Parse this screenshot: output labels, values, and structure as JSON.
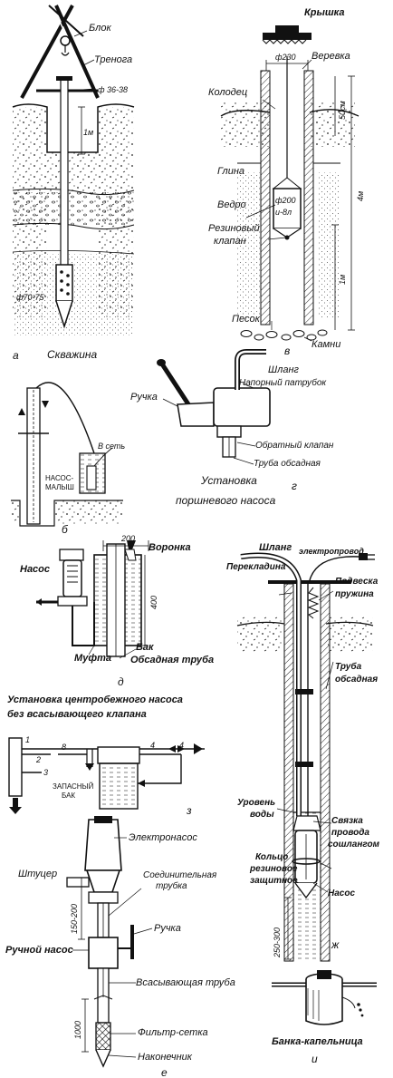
{
  "figure_a": {
    "blok": "Блок",
    "trenoga": "Тренога",
    "dia_top": "ф 36-38",
    "depth": "1м",
    "dia_bottom": "ф70-75",
    "letter": "а",
    "caption": "Скважина"
  },
  "figure_v": {
    "kryshka": "Крышка",
    "dia": "ф230",
    "verevka": "Веревка",
    "kolodets": "Колодец",
    "d50": "50см",
    "glina": "Глина",
    "d4m": "4м",
    "vedro": "Ведро",
    "bucket_dia": "ф200",
    "bucket_vol": "и-8л",
    "klapan_1": "Резиновый",
    "klapan_2": "клапан",
    "d1m": "1м",
    "pesok": "Песок",
    "kamni": "Камни",
    "letter": "в"
  },
  "figure_b": {
    "v_set": "В сеть",
    "nasos_1": "НАСОС-",
    "nasos_2": "МАЛЫШ",
    "letter": "б"
  },
  "figure_g": {
    "shlang": "Шланг",
    "ruchka": "Ручка",
    "napor": "Напорный патрубок",
    "obratny": "Обратный клапан",
    "truba": "Труба обсадная",
    "cap_1": "Установка",
    "letter": "г",
    "cap_2": "поршневого насоса"
  },
  "figure_d": {
    "dim200": "200",
    "voronka": "Воронка",
    "nasos": "Насос",
    "dim400": "400",
    "bak": "Бак",
    "mufta": "Муфта",
    "obsadnaya": "Обсадная труба",
    "letter": "д"
  },
  "figure_z": {
    "title_1": "Установка центробежного насоса",
    "title_2": "без всасывающего клапана",
    "n1": "1",
    "n2": "2",
    "n3": "3",
    "n4a": "4",
    "n4b": "4",
    "n8": "8",
    "zapas_1": "ЗАПАСНЫЙ",
    "zapas_2": "БАК",
    "letter": "з"
  },
  "figure_e": {
    "elektronasos": "Электронасос",
    "shtutser": "Штуцер",
    "soed_1": "Соединительная",
    "soed_2": "трубка",
    "dim150": "150-200",
    "ruchka": "Ручка",
    "ruchnoy": "Ручной насос",
    "vsas": "Всасывающая труба",
    "dim1000": "1000",
    "filtr": "Фильтр-сетка",
    "nakonechnik": "Наконечник",
    "letter": "е"
  },
  "figure_zh": {
    "shlang": "Шланг",
    "elektro": "электропровод",
    "perekladina": "Перекладина",
    "podveska_1": "Подвеска",
    "podveska_2": "пружина",
    "truba_1": "Труба",
    "truba_2": "обсадная",
    "uroven_1": "Уровень",
    "uroven_2": "воды",
    "svyazka_1": "Связка",
    "svyazka_2": "провода",
    "svyazka_3": "сошлангом",
    "koltso_1": "Кольцо",
    "koltso_2": "резиновое",
    "koltso_3": "защитное",
    "nasos": "Насос",
    "dim": "250-300",
    "letter": "ж"
  },
  "figure_i": {
    "caption": "Банка-капельница",
    "letter": "и"
  }
}
